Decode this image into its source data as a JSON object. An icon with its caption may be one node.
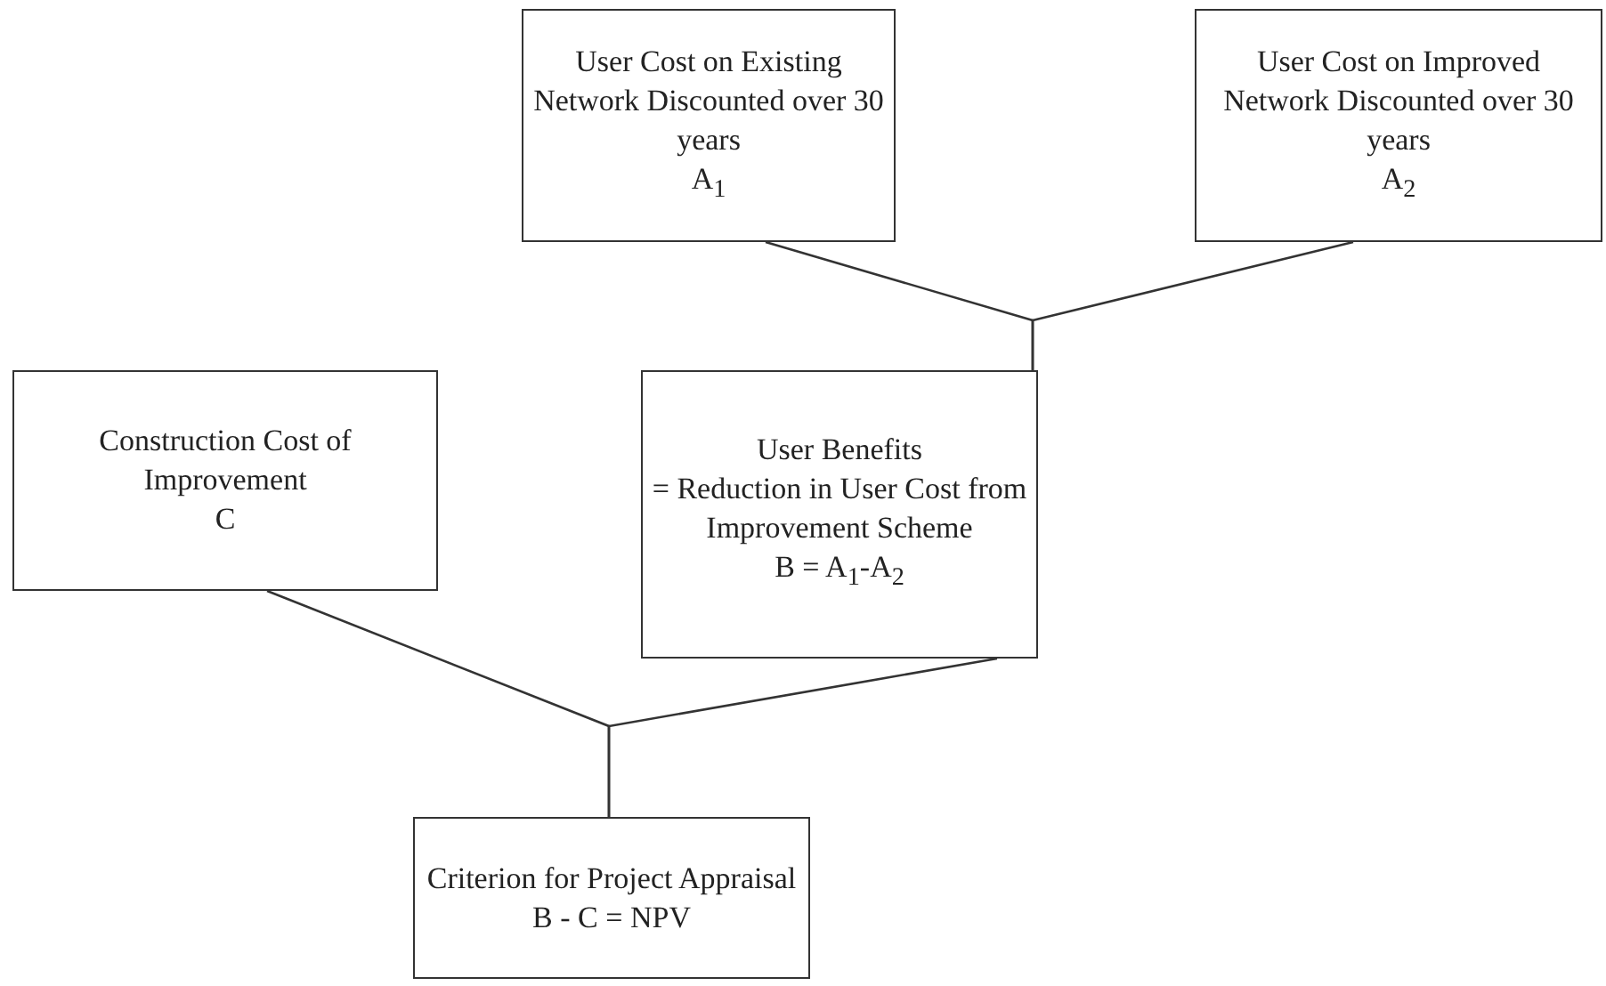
{
  "diagram": {
    "nodes": [
      {
        "text": [
          "User Cost on Existing Network Discounted over 30 years",
          "A$_{1}$"
        ]
      },
      {
        "text": [
          "User Cost on Improved Network Discounted over 30 years",
          "A$_{2}$"
        ]
      },
      {
        "text": [
          "Construction Cost of Improvement",
          "C"
        ]
      },
      {
        "text": [
          "User Benefits",
          "= Reduction in User Cost from Improvement Scheme",
          "B = A$_{1}$-A$_{2}$"
        ]
      },
      {
        "text": [
          "Criterion for Project Appraisal",
          "B - C = NPV"
        ]
      }
    ],
    "edges": [
      {
        "from": 0,
        "to": 3,
        "arrow": "none"
      },
      {
        "from": 1,
        "to": 3,
        "arrow": "none"
      },
      {
        "from": 2,
        "to": 4,
        "arrow": "none"
      },
      {
        "from": 3,
        "to": 4,
        "arrow": "none"
      }
    ]
  }
}
